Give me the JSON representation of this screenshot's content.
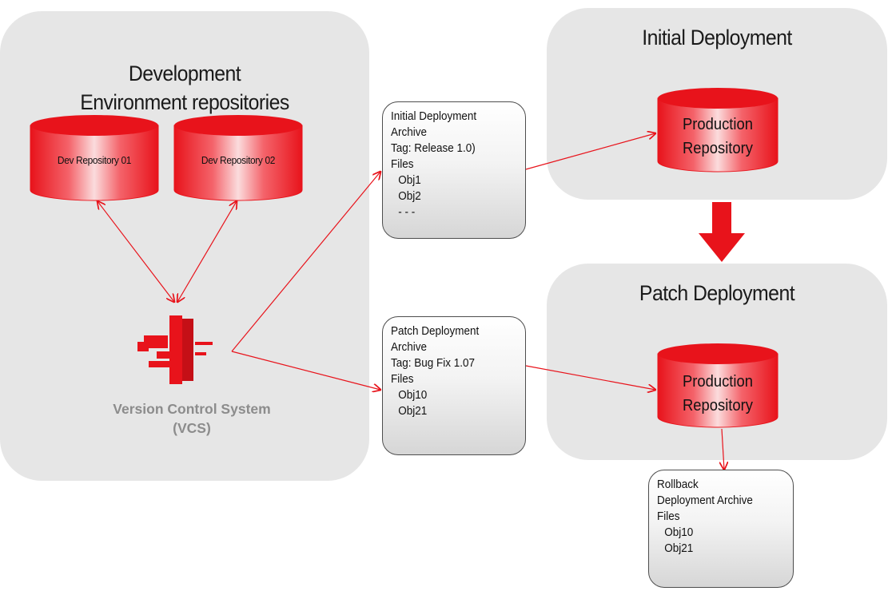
{
  "development": {
    "title_line1": "Development",
    "title_line2": "Environment repositories",
    "repo1": "Dev Repository 01",
    "repo2": "Dev Repository 02",
    "vcs_line1": "Version Control  System",
    "vcs_line2": "(VCS)"
  },
  "initial_deployment": {
    "title": "Initial Deployment",
    "repo_line1": "Production",
    "repo_line2": "Repository"
  },
  "patch_deployment": {
    "title": "Patch Deployment",
    "repo_line1": "Production",
    "repo_line2": "Repository"
  },
  "initial_archive": {
    "lines": [
      "Initial Deployment",
      "Archive",
      "Tag: Release 1.0)",
      "Files"
    ],
    "items": [
      "Obj1",
      "Obj2",
      "- - -"
    ]
  },
  "patch_archive": {
    "lines": [
      "Patch Deployment",
      "Archive",
      "Tag: Bug Fix 1.07",
      "Files"
    ],
    "items": [
      "Obj10",
      "Obj21"
    ]
  },
  "rollback_archive": {
    "lines": [
      "Rollback",
      "Deployment Archive",
      "Files"
    ],
    "items": [
      "Obj10",
      "Obj21"
    ]
  },
  "colors": {
    "accent_red": "#e8131b",
    "group_gray": "#e6e6e6",
    "vcs_text": "#8c8c8c"
  }
}
